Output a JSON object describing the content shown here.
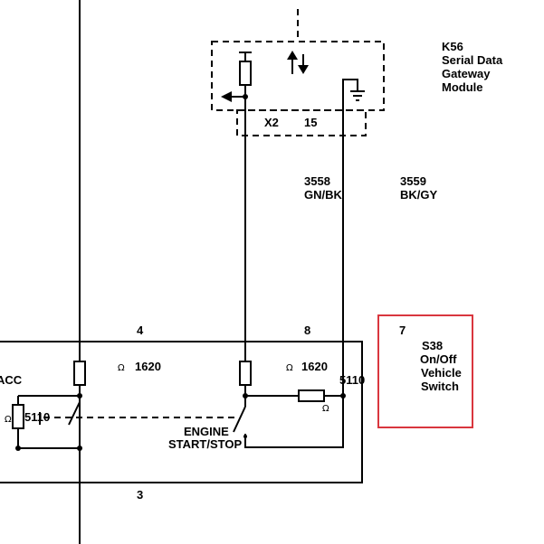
{
  "module": {
    "id": "K56",
    "name_line1": "Serial Data",
    "name_line2": "Gateway",
    "name_line3": "Module",
    "connector": "X2",
    "pin": "15"
  },
  "wires": {
    "left_circuit": "3558",
    "left_color": "GN/BK",
    "right_circuit": "3559",
    "right_color": "BK/GY"
  },
  "switch": {
    "pin_left": "4",
    "pin_mid": "8",
    "pin_bottom": "3",
    "pin_right": "7",
    "id": "S38",
    "name_line1": "On/Off",
    "name_line2": "Vehicle",
    "name_line3": "Switch",
    "resistor1_value": "1620",
    "resistor2_value": "1620",
    "resistor3_value": "5110",
    "resistor4_value": "5110",
    "ohm_symbol": "Ω",
    "acc_label": "ACC",
    "engine_label_line1": "ENGINE",
    "engine_label_line2": "START/STOP"
  },
  "colors": {
    "highlight": "#d9363e",
    "line": "#000000"
  }
}
